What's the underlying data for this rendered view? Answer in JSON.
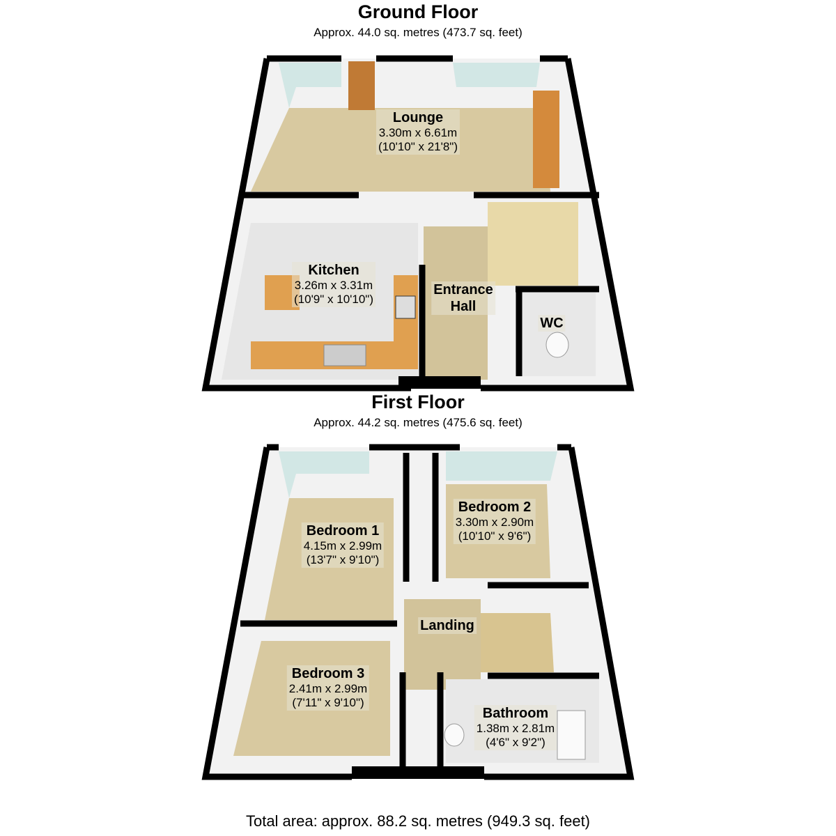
{
  "ground_floor": {
    "title": "Ground Floor",
    "area": "Approx.  44.0 sq. metres (473.7 sq. feet)",
    "rooms": [
      {
        "name": "Lounge",
        "metric": "3.30m x 6.61m",
        "imperial": "(10'10\" x 21'8\")"
      },
      {
        "name": "Kitchen",
        "metric": "3.26m x 3.31m",
        "imperial": "(10'9\" x 10'10\")"
      },
      {
        "name": "Entrance",
        "name2": "Hall"
      },
      {
        "name": "WC"
      }
    ]
  },
  "first_floor": {
    "title": "First Floor",
    "area": "Approx.  44.2 sq. metres (475.6 sq. feet)",
    "rooms": [
      {
        "name": "Bedroom 1",
        "metric": "4.15m x 2.99m",
        "imperial": "(13'7\" x 9'10\")"
      },
      {
        "name": "Bedroom 2",
        "metric": "3.30m x 2.90m",
        "imperial": "(10'10\" x 9'6\")"
      },
      {
        "name": "Landing"
      },
      {
        "name": "Bedroom 3",
        "metric": "2.41m x 2.99m",
        "imperial": "(7'11\" x 9'10\")"
      },
      {
        "name": "Bathroom",
        "metric": "1.38m x 2.81m",
        "imperial": "(4'6\" x 9'2\")"
      }
    ]
  },
  "total": "Total area: approx.  88.2 sq. metres (949.3 sq. feet)",
  "colors": {
    "wall": "#000000",
    "carpet": "#d8c9a0",
    "tile": "#e4e4e4",
    "worktop": "#e0a050",
    "window": "#bfe0dc"
  }
}
